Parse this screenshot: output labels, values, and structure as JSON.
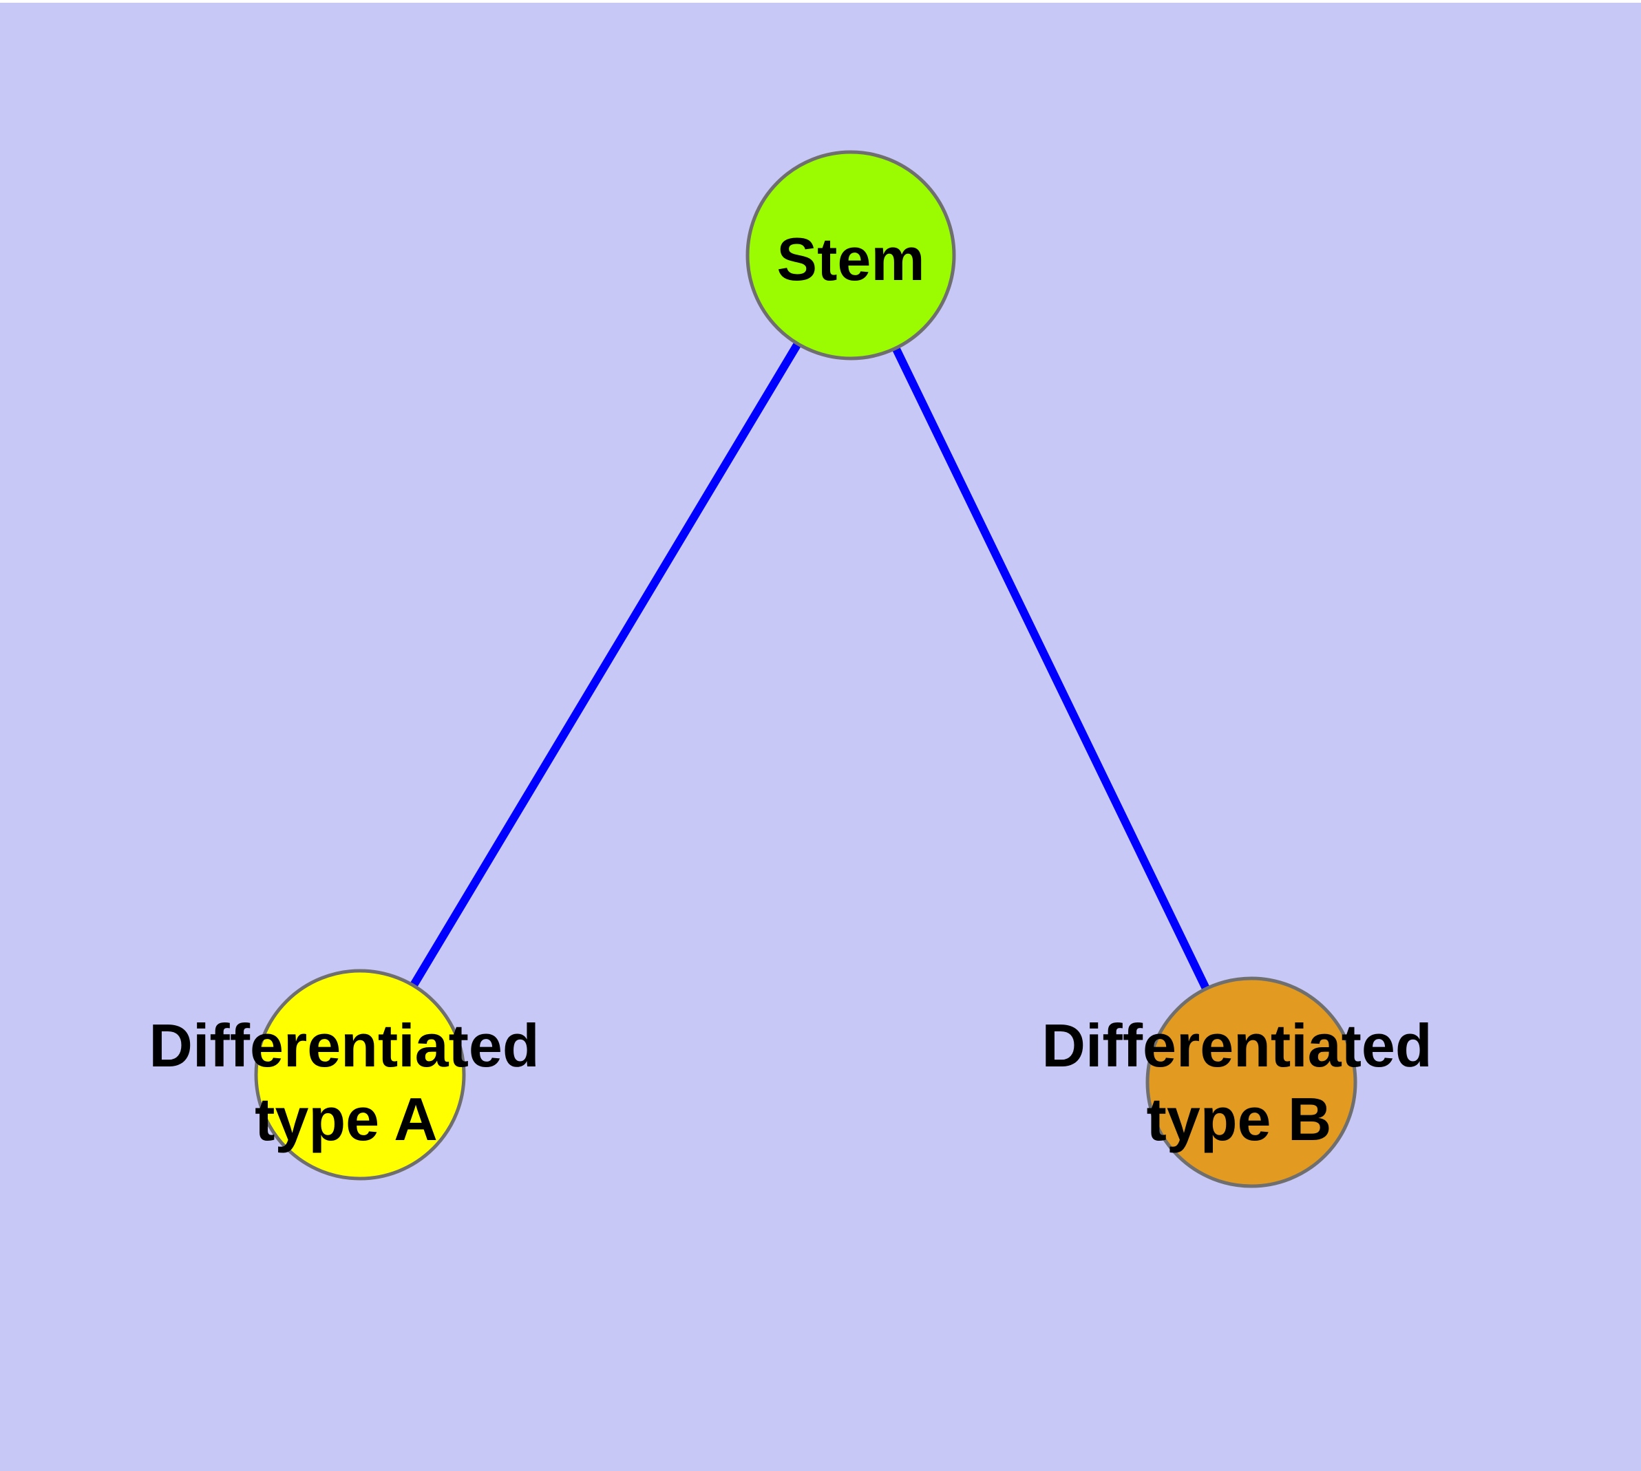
{
  "canvas": {
    "background_color": "#C8C8F6",
    "top_strip_color": "#FFFFFF"
  },
  "diagram": {
    "type": "node-link-graph",
    "edge_color": "#0000FF",
    "node_border_color": "#6F6F6F",
    "nodes": [
      {
        "id": "stem",
        "label": "Stem",
        "fill": "#9BFB00"
      },
      {
        "id": "differentiated-type-a",
        "label_line1": "Differentiated",
        "label_line2": "type A",
        "fill": "#FFFF00"
      },
      {
        "id": "differentiated-type-b",
        "label_line1": "Differentiated",
        "label_line2": "type B",
        "fill": "#E39A20"
      }
    ],
    "edges": [
      {
        "from": "Stem",
        "to": "Differentiated type A"
      },
      {
        "from": "Stem",
        "to": "Differentiated type B"
      }
    ]
  }
}
